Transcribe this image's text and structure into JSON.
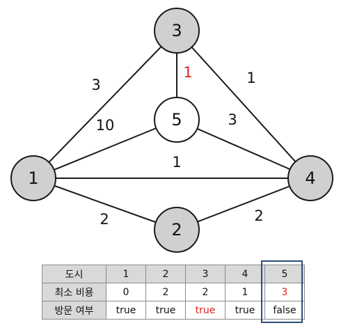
{
  "colors": {
    "node_visited": "#d0d0d0",
    "node_current": "#ffffff",
    "edge": "#1a1a1a",
    "highlight_red": "#e02020",
    "text": "#111111",
    "table_header_bg": "#d9d9d9",
    "table_border": "#8a8a8a",
    "current_column_box": "#2e4e78"
  },
  "graph": {
    "nodes": [
      {
        "id": "1",
        "label": "1",
        "state": "visited"
      },
      {
        "id": "2",
        "label": "2",
        "state": "visited"
      },
      {
        "id": "3",
        "label": "3",
        "state": "visited"
      },
      {
        "id": "4",
        "label": "4",
        "state": "visited"
      },
      {
        "id": "5",
        "label": "5",
        "state": "current"
      }
    ],
    "edges": [
      {
        "from": "1",
        "to": "3",
        "weight": "3",
        "highlight": false
      },
      {
        "from": "3",
        "to": "4",
        "weight": "1",
        "highlight": false
      },
      {
        "from": "3",
        "to": "5",
        "weight": "1",
        "highlight": true
      },
      {
        "from": "1",
        "to": "5",
        "weight": "10",
        "highlight": false
      },
      {
        "from": "5",
        "to": "4",
        "weight": "3",
        "highlight": false
      },
      {
        "from": "1",
        "to": "4",
        "weight": "1",
        "highlight": false
      },
      {
        "from": "1",
        "to": "2",
        "weight": "2",
        "highlight": false
      },
      {
        "from": "2",
        "to": "4",
        "weight": "2",
        "highlight": false
      }
    ]
  },
  "table": {
    "header": {
      "label": "도시",
      "cells": [
        "1",
        "2",
        "3",
        "4",
        "5"
      ]
    },
    "rows": [
      {
        "label": "최소 비용",
        "cells": [
          "0",
          "2",
          "2",
          "1",
          "3"
        ],
        "highlight": [
          false,
          false,
          false,
          false,
          true
        ]
      },
      {
        "label": "방문 여부",
        "cells": [
          "true",
          "true",
          "true",
          "true",
          "false"
        ],
        "highlight": [
          false,
          false,
          true,
          false,
          false
        ]
      }
    ],
    "highlighted_column": "5"
  }
}
